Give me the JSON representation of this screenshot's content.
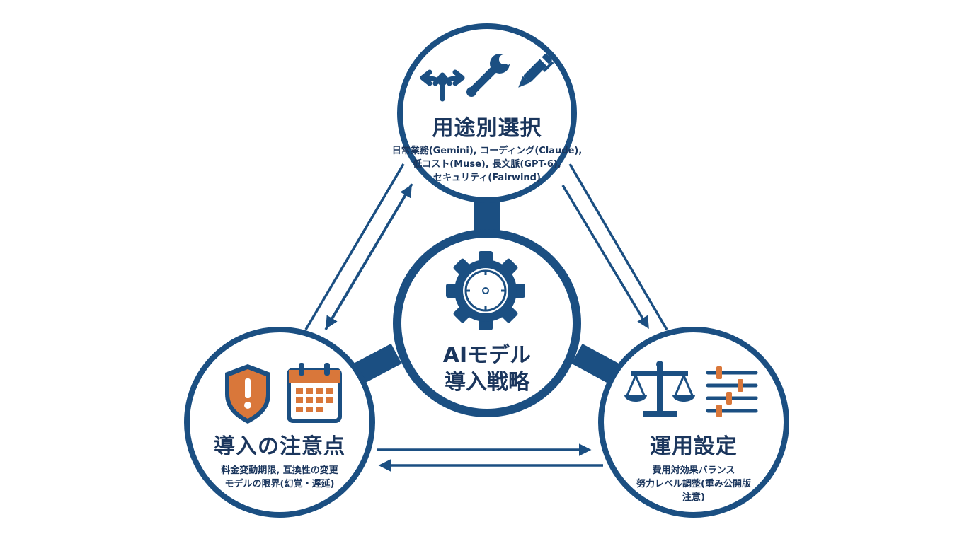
{
  "center": {
    "title_line1": "AIモデル",
    "title_line2": "導入戦略",
    "icon": "gear-compass-icon"
  },
  "nodes": {
    "top": {
      "title": "用途別選択",
      "desc_line1": "日常業務(Gemini), コーディング(Claude),",
      "desc_line2": "低コスト(Muse), 長文脈(GPT-6),",
      "desc_line3": "セキュリティ(Fairwind)",
      "icons": [
        "branching-arrows-icon",
        "wrench-icon",
        "pen-icon"
      ]
    },
    "left": {
      "title": "導入の注意点",
      "desc_line1": "料金変動期限, 互換性の変更",
      "desc_line2": "モデルの限界(幻覚・遅延)",
      "icons": [
        "warning-shield-icon",
        "calendar-icon"
      ]
    },
    "right": {
      "title": "運用設定",
      "desc_line1": "費用対効果バランス",
      "desc_line2": "努力レベル調整(重み公開版",
      "desc_line3": "注意)",
      "icons": [
        "balance-scale-icon",
        "sliders-icon"
      ]
    }
  },
  "colors": {
    "navy": "#1b4f82",
    "text": "#1b365d",
    "accent": "#d9773a"
  }
}
